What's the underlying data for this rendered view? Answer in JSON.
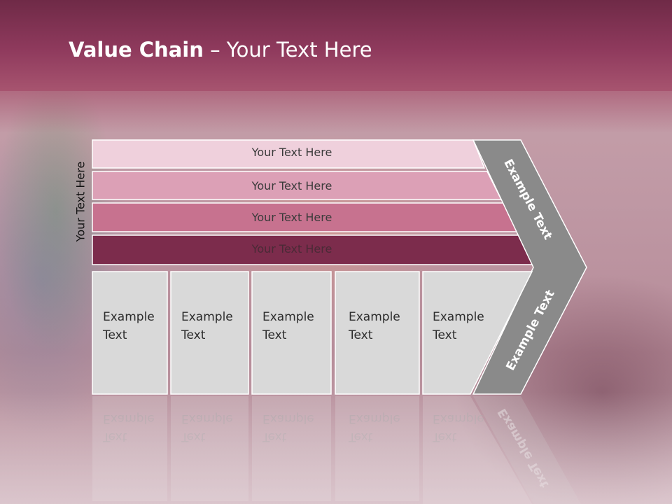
{
  "slide": {
    "title_bold": "Value Chain",
    "title_rest": " – Your Text Here"
  },
  "side_label": "Your Text Here",
  "bands": [
    {
      "label": "Your Text Here",
      "color": "#efd0dc"
    },
    {
      "label": "Your Text Here",
      "color": "#dca0b6"
    },
    {
      "label": "Your Text Here",
      "color": "#c7728f"
    },
    {
      "label": "Your Text Here",
      "color": "#7c2c4c"
    }
  ],
  "activities": [
    {
      "line1": "Example",
      "line2": "Text"
    },
    {
      "line1": "Example",
      "line2": "Text"
    },
    {
      "line1": "Example",
      "line2": "Text"
    },
    {
      "line1": "Example",
      "line2": "Text"
    },
    {
      "line1": "Example",
      "line2": "Text"
    }
  ],
  "chevron": {
    "upper_label": "Example Text",
    "lower_label": "Example Text",
    "color": "#8a8a8a"
  }
}
